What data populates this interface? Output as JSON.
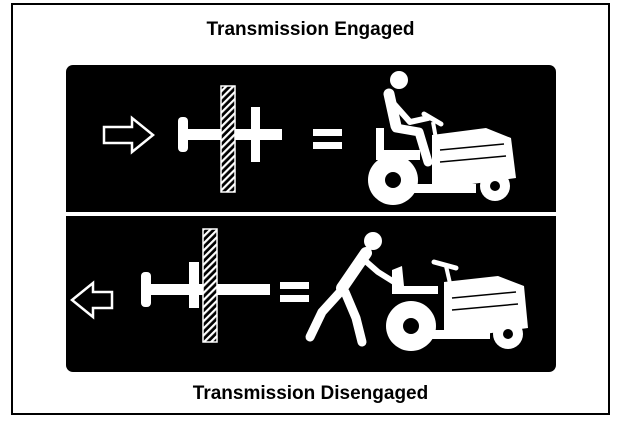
{
  "labels": {
    "engaged": "Transmission Engaged",
    "disengaged": "Transmission Disengaged"
  },
  "states": [
    {
      "state": "engaged",
      "arrow_direction": "right",
      "icon": "rider-seated-on-tractor-icon"
    },
    {
      "state": "disengaged",
      "arrow_direction": "left",
      "icon": "person-pushing-tractor-icon"
    }
  ],
  "colors": {
    "background": "#ffffff",
    "panel": "#000000",
    "ink": "#ffffff",
    "border": "#000000"
  }
}
